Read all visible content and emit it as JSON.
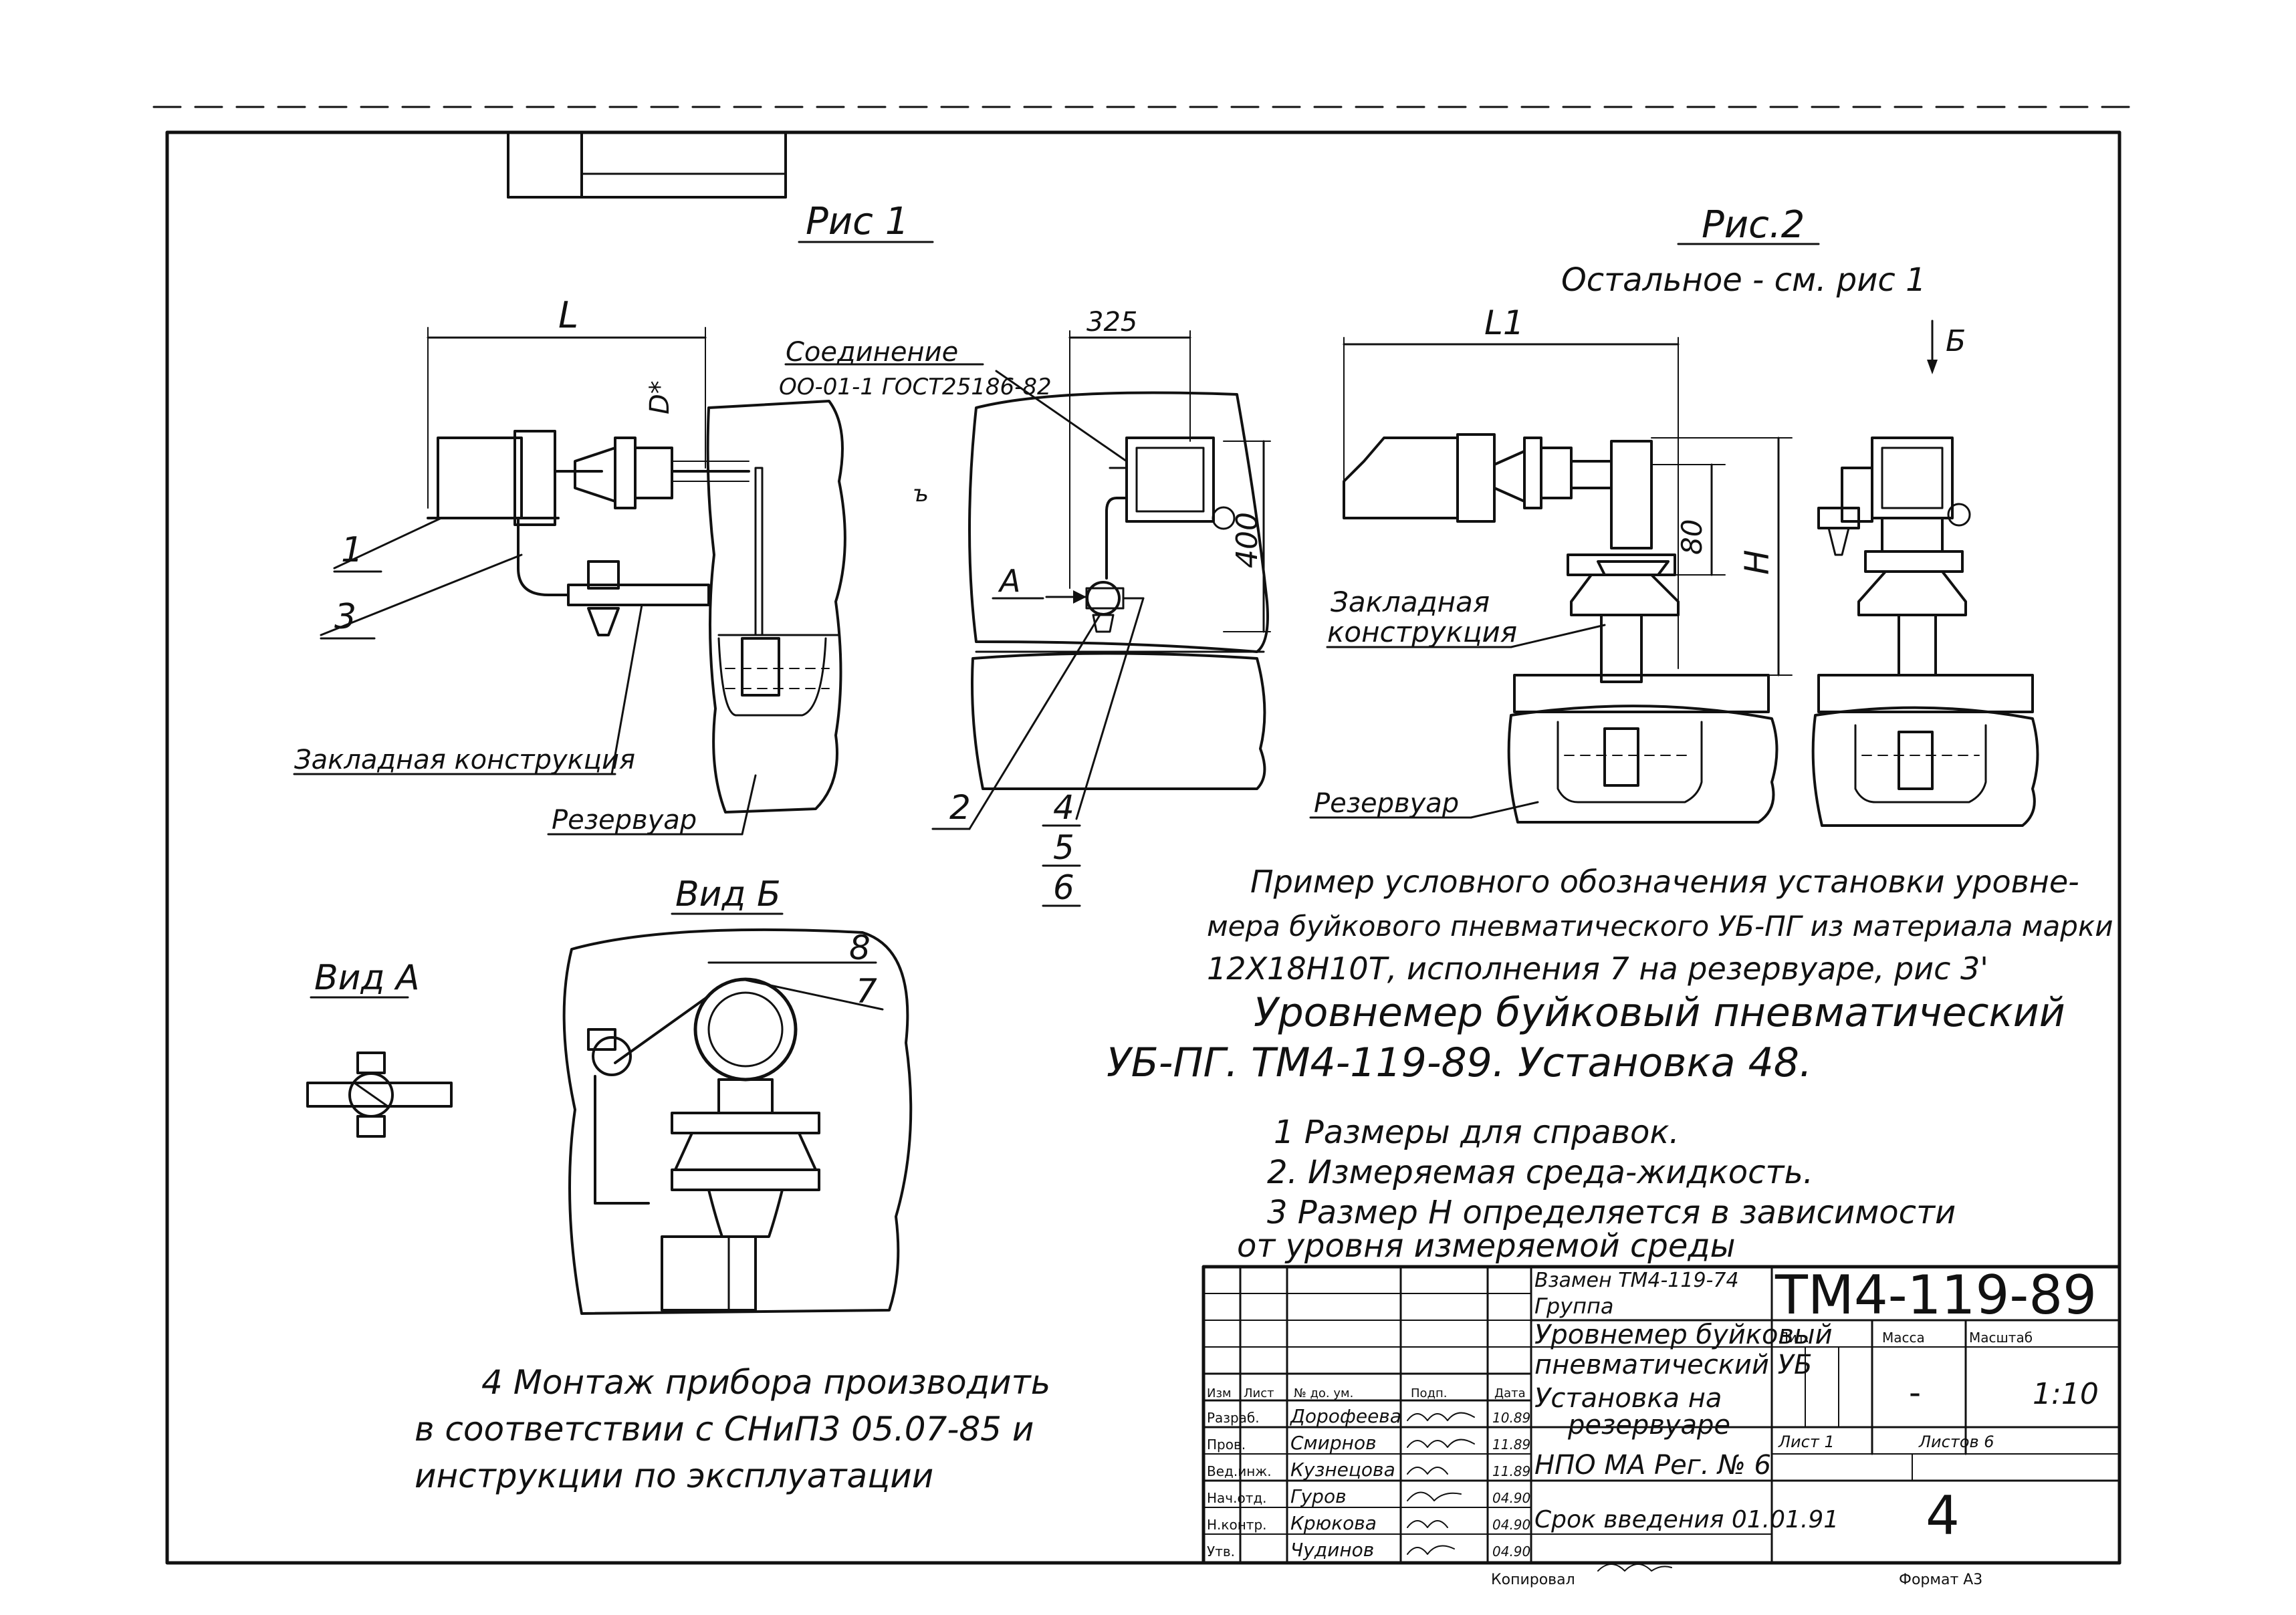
{
  "fig1": {
    "title": "Рис 1",
    "dim_L": "L",
    "dim_D": "D*",
    "dim_325": "325",
    "dim_400": "400",
    "connection_line1": "Соединение",
    "connection_line2": "ОО-01-1 ГОСТ25186-82",
    "arrow_A": "А",
    "callouts": [
      "1",
      "3",
      "2",
      "4",
      "5",
      "6"
    ],
    "embedded": "Закладная конструкция",
    "reservoir": "Резервуар"
  },
  "fig2": {
    "title": "Рис.2",
    "subtitle": "Остальное - см. рис 1",
    "dim_L1": "L1",
    "dim_80": "80",
    "dim_H": "H",
    "view_B_arrow": "Б",
    "embedded_line1": "Закладная",
    "embedded_line2": "конструкция",
    "reservoir": "Резервуар"
  },
  "view_a": {
    "title": "Вид А"
  },
  "view_b": {
    "title": "Вид Б",
    "callouts": [
      "8",
      "7"
    ]
  },
  "designation": {
    "line1": "Пример условного обозначения установки уровне-",
    "line2": "мера буйкового пневматического УБ-ПГ из материала марки",
    "line3": "12Х18Н10Т, исполнения 7 на резервуаре, рис 3'",
    "line4": "Уровнемер буйковый пневматический",
    "line5": "УБ-ПГ. ТМ4-119-89. Установка 48."
  },
  "notes": {
    "n1": "1 Размеры для справок.",
    "n2": "2. Измеряемая среда-жидкость.",
    "n3a": "3 Размер H определяется в зависимости",
    "n3b": "от уровня измеряемой среды",
    "n4a": "4 Монтаж прибора производить",
    "n4b": "в соответствии с СНиП3 05.07-85 и",
    "n4c": "инструкции по эксплуатации"
  },
  "title_block": {
    "replaces": "Взамен ТМ4-119-74",
    "group": "Группа",
    "code": "ТМ4-119-89",
    "title_line1": "Уровнемер буйковый",
    "title_line2": "пневматический УБ",
    "title_line3": "Установка на",
    "title_line4": "резервуаре",
    "org": "НПО МА Рег. № 6",
    "date_intro": "Срок введения 01.01.91",
    "col_headers": [
      "Изм",
      "Лист",
      "№ до. ум.",
      "Подп.",
      "Дата"
    ],
    "roles": [
      "Разраб.",
      "Пров.",
      "Вед.инж.",
      "Нач.отд.",
      "Н.контр.",
      "Утв."
    ],
    "names": [
      "Дорофеева",
      "Смирнов",
      "Кузнецова",
      "Гуров",
      "Крюкова",
      "Чудинов"
    ],
    "dates": [
      "10.89",
      "11.89",
      "11.89",
      "04.90",
      "04.90",
      "04.90"
    ],
    "lit_label": "Лит.",
    "mass_label": "Масса",
    "scale_label": "Масштаб",
    "mass_value": "-",
    "scale_value": "1:10",
    "sheet_label": "Лист 1",
    "sheets_label": "Листов 6",
    "sheet_number": "4",
    "copied": "Копировал",
    "format": "Формат А3"
  }
}
